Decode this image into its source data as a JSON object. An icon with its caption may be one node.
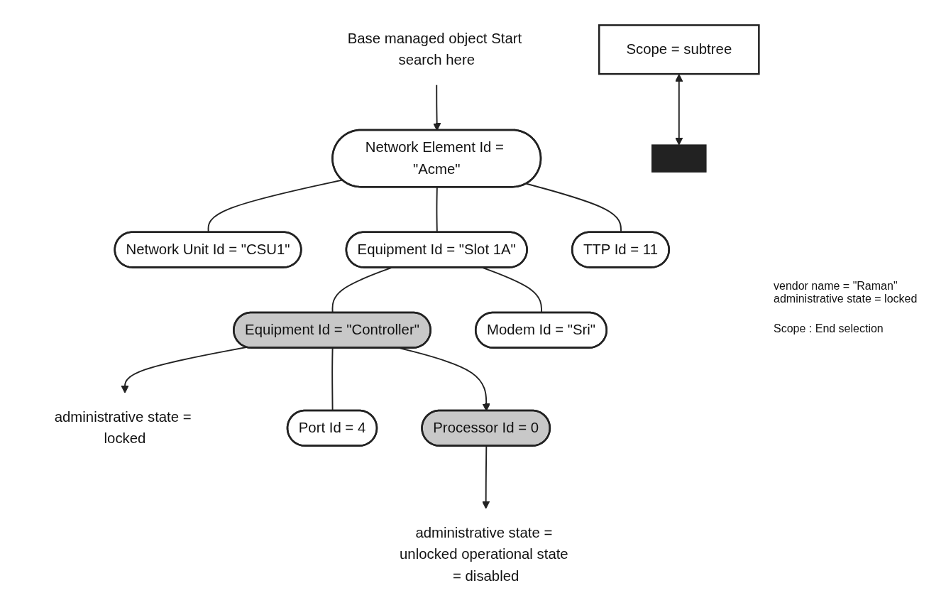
{
  "diagram": {
    "nodes": [
      {
        "text": [
          "Base managed object Start search here"
        ]
      },
      {
        "text": [
          "Network Element Id = \"Acme\""
        ]
      },
      {
        "text": [
          "Network Unit Id = \"CSU1\""
        ]
      },
      {
        "text": [
          "Equipment Id = \"Slot 1A\""
        ]
      },
      {
        "text": [
          "TTP Id = 11"
        ]
      },
      {
        "text": [
          "Equipment Id = \"Controller\""
        ]
      },
      {
        "text": [
          "Modem Id = \"Sri\""
        ]
      },
      {
        "text": [
          "administrative state = locked"
        ]
      },
      {
        "text": [
          "Port Id = 4"
        ]
      },
      {
        "text": [
          "Processor Id = 0"
        ]
      },
      {
        "text": [
          "administrative state = unlocked operational state = disabled"
        ]
      },
      {
        "text": [
          "Scope = subtree"
        ]
      },
      {
        "text": [],
        "shape": "bar"
      }
    ],
    "edges": [
      {
        "from": 0,
        "to": 1,
        "arrow": "to"
      },
      {
        "from": 1,
        "to": 2,
        "arrow": "none"
      },
      {
        "from": 1,
        "to": 3,
        "arrow": "none"
      },
      {
        "from": 1,
        "to": 4,
        "arrow": "none"
      },
      {
        "from": 3,
        "to": 5,
        "arrow": "none"
      },
      {
        "from": 3,
        "to": 6,
        "arrow": "none"
      },
      {
        "from": 5,
        "to": 7,
        "arrow": "to"
      },
      {
        "from": 5,
        "to": 8,
        "arrow": "none"
      },
      {
        "from": 5,
        "to": 9,
        "arrow": "to"
      },
      {
        "from": 9,
        "to": 10,
        "arrow": "to"
      },
      {
        "from": 11,
        "to": 12,
        "arrow": "both"
      }
    ],
    "labels": [
      "vendor name = \"Raman\" administrative state = locked",
      "Scope : End selection"
    ]
  }
}
